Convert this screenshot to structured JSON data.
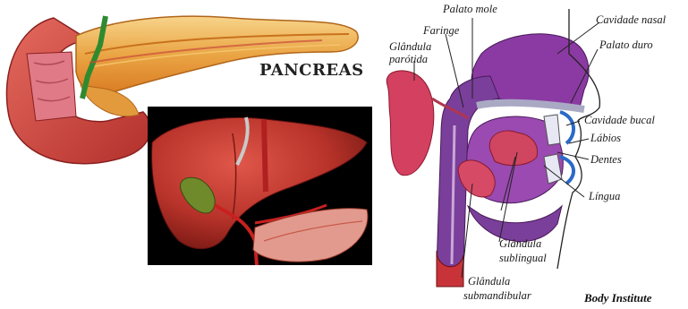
{
  "pancreas": {
    "title": "PANCREAS"
  },
  "mouth": {
    "labels": {
      "palato_mole": "Palato mole",
      "faringe": "Faringe",
      "glandula_parotida_1": "Glândula",
      "glandula_parotida_2": "parótida",
      "cavidade_nasal": "Cavidade nasal",
      "palato_duro": "Palato duro",
      "cavidade_bucal": "Cavidade bucal",
      "labios": "Lábios",
      "dentes": "Dentes",
      "lingua": "Língua",
      "glandula_sublingual_1": "Glândula",
      "glandula_sublingual_2": "sublingual",
      "glandula_submandibular_1": "Glândula",
      "glandula_submandibular_2": "submandibular"
    },
    "brand": "Body Institute"
  },
  "colors": {
    "pancreas_orange": "#e8a13a",
    "duodenum_red": "#c83a3a",
    "liver_red": "#b8332a",
    "gallbladder_green": "#6f8a2a",
    "anatomy_purple": "#7a3f9a",
    "gland_pink": "#d0455f"
  }
}
